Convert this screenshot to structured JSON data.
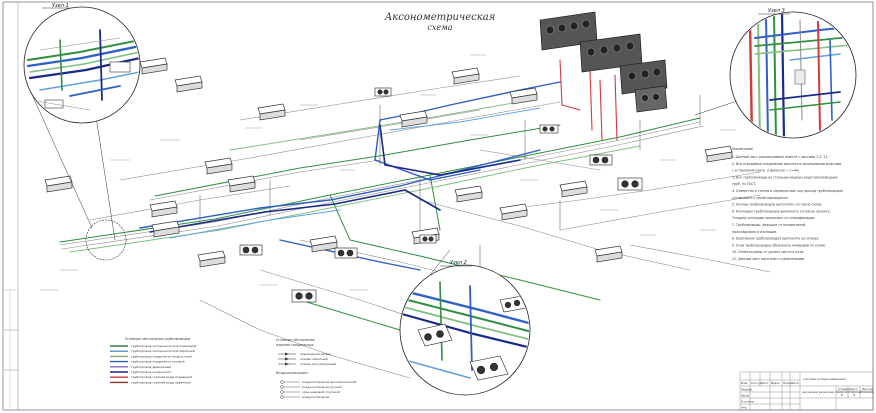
{
  "drawing": {
    "title": "Аксонометрическая",
    "subtitle": "схема"
  },
  "callouts": {
    "node1": "Узел 1",
    "node2": "Узел 2",
    "node3": "Узел 3"
  },
  "notes": {
    "heading": "Примечание",
    "lines": [
      "1. Данный лист рассматривать вместе с листами 1-3, 11.",
      "2. Все отводимые соединения выполнять фланцевыми муфтами.",
      "   с установкой контр. и фильтра — L=4м.",
      "3. Все трубопроводы из стальных медных водогазопроводных",
      "   труб, по ГОСТ.",
      "4. Отверстия в стенах и перекрытиях под проход трубопроводов",
      "   согласовать с проектировщиком.",
      "5. Уклоны трубопроводов выполнять согласно схеме.",
      "6. Изоляцию трубопроводов выполнять согласно проекту.",
      "   Толщину изоляции принимать по спецификации.",
      "7. Трубопроводы, ведущие от испарителей,",
      "   прокладывать в изоляции.",
      "8. Крепления трубопроводов выполнять на опорах.",
      "9. Узлы трубопроводов обозначать номерами по схеме.",
      "10. Отметки даны от уровня чистого пола.",
      "11. Данный лист выполнен с изменениями."
    ]
  },
  "legend_left": {
    "heading": "Условные обозначения трубопроводов",
    "items": [
      {
        "color": "#2f7f3a",
        "label": "трубопровод холодоносителя подающий"
      },
      {
        "color": "#4f8fd0",
        "label": "трубопровод холодоносителя обратный"
      },
      {
        "color": "#7fb070",
        "label": "трубопровод хладагента жидкостный"
      },
      {
        "color": "#3060b0",
        "label": "трубопровод хладагента газовый"
      },
      {
        "color": "#8a6bb8",
        "label": "трубопровод дренажный"
      },
      {
        "color": "#1c2f8a",
        "label": "трубопровод конденсата"
      },
      {
        "color": "#c24040",
        "label": "трубопровод горячей воды подающий"
      },
      {
        "color": "#7a3a2a",
        "label": "трубопровод горячей воды обратный"
      }
    ]
  },
  "legend_middle": {
    "heading": "Условные обозначения",
    "subheading": "изделий специальных",
    "items": [
      "переходный затвор",
      "клапан обратный",
      "клапан регулирующий"
    ],
    "heading2": "Воздухоотводчики",
    "items2": [
      "воздухоотводчик автоматический",
      "воздухоотводчик ручной",
      "кран шаровой спускной",
      "воздухоотводчик"
    ]
  },
  "stamp": {
    "cols": [
      "Изм.",
      "Кол.уч",
      "Лист",
      "№док",
      "Подп.",
      "Дата"
    ],
    "rows": [
      "Разраб.",
      "Пров.",
      "Н.контр.",
      "Утв."
    ],
    "object": "система холодоснабжения",
    "sheet_title": "аксонометрическая схема холодоснабжения",
    "stage_label": "Стадия",
    "sheet_label": "Лист",
    "sheets_label": "Листов",
    "stage": "Р",
    "sheet": "4"
  },
  "colors": {
    "green": "#2f8f3f",
    "light_green": "#7ec080",
    "blue": "#2f5fc8",
    "dark_blue": "#1a2a88",
    "light_blue": "#5fa0e0",
    "red": "#d03a3a",
    "dark": "#333333",
    "grey": "#8a8a8a"
  }
}
